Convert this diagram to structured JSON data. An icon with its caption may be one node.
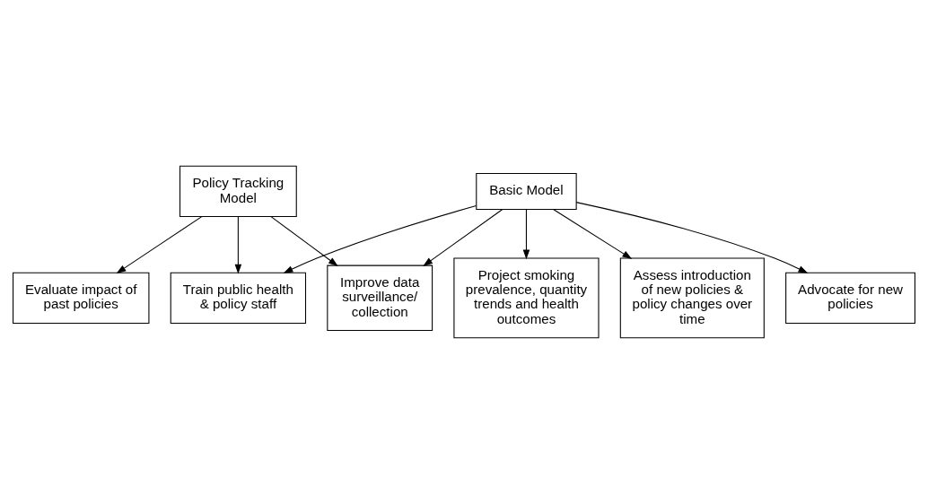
{
  "diagram": {
    "nodes": [
      {
        "text": [
          "Policy Tracking Model"
        ]
      },
      {
        "text": [
          "Basic Model"
        ]
      },
      {
        "text": [
          "Evaluate impact of past policies"
        ]
      },
      {
        "text": [
          "Train public health & policy staff"
        ]
      },
      {
        "text": [
          "Improve data surveillance/ collection"
        ]
      },
      {
        "text": [
          "Project smoking prevalence, quantity trends and health outcomes"
        ]
      },
      {
        "text": [
          "Assess introduction of new policies & policy changes over time"
        ]
      },
      {
        "text": [
          "Advocate for new policies"
        ]
      }
    ],
    "edges": [
      {
        "from": 0,
        "to": 2,
        "arrow": "to"
      },
      {
        "from": 0,
        "to": 3,
        "arrow": "to"
      },
      {
        "from": 0,
        "to": 4,
        "arrow": "to"
      },
      {
        "from": 1,
        "to": 3,
        "arrow": "to"
      },
      {
        "from": 1,
        "to": 4,
        "arrow": "to"
      },
      {
        "from": 1,
        "to": 5,
        "arrow": "to"
      },
      {
        "from": 1,
        "to": 6,
        "arrow": "to"
      },
      {
        "from": 1,
        "to": 7,
        "arrow": "to"
      }
    ]
  }
}
